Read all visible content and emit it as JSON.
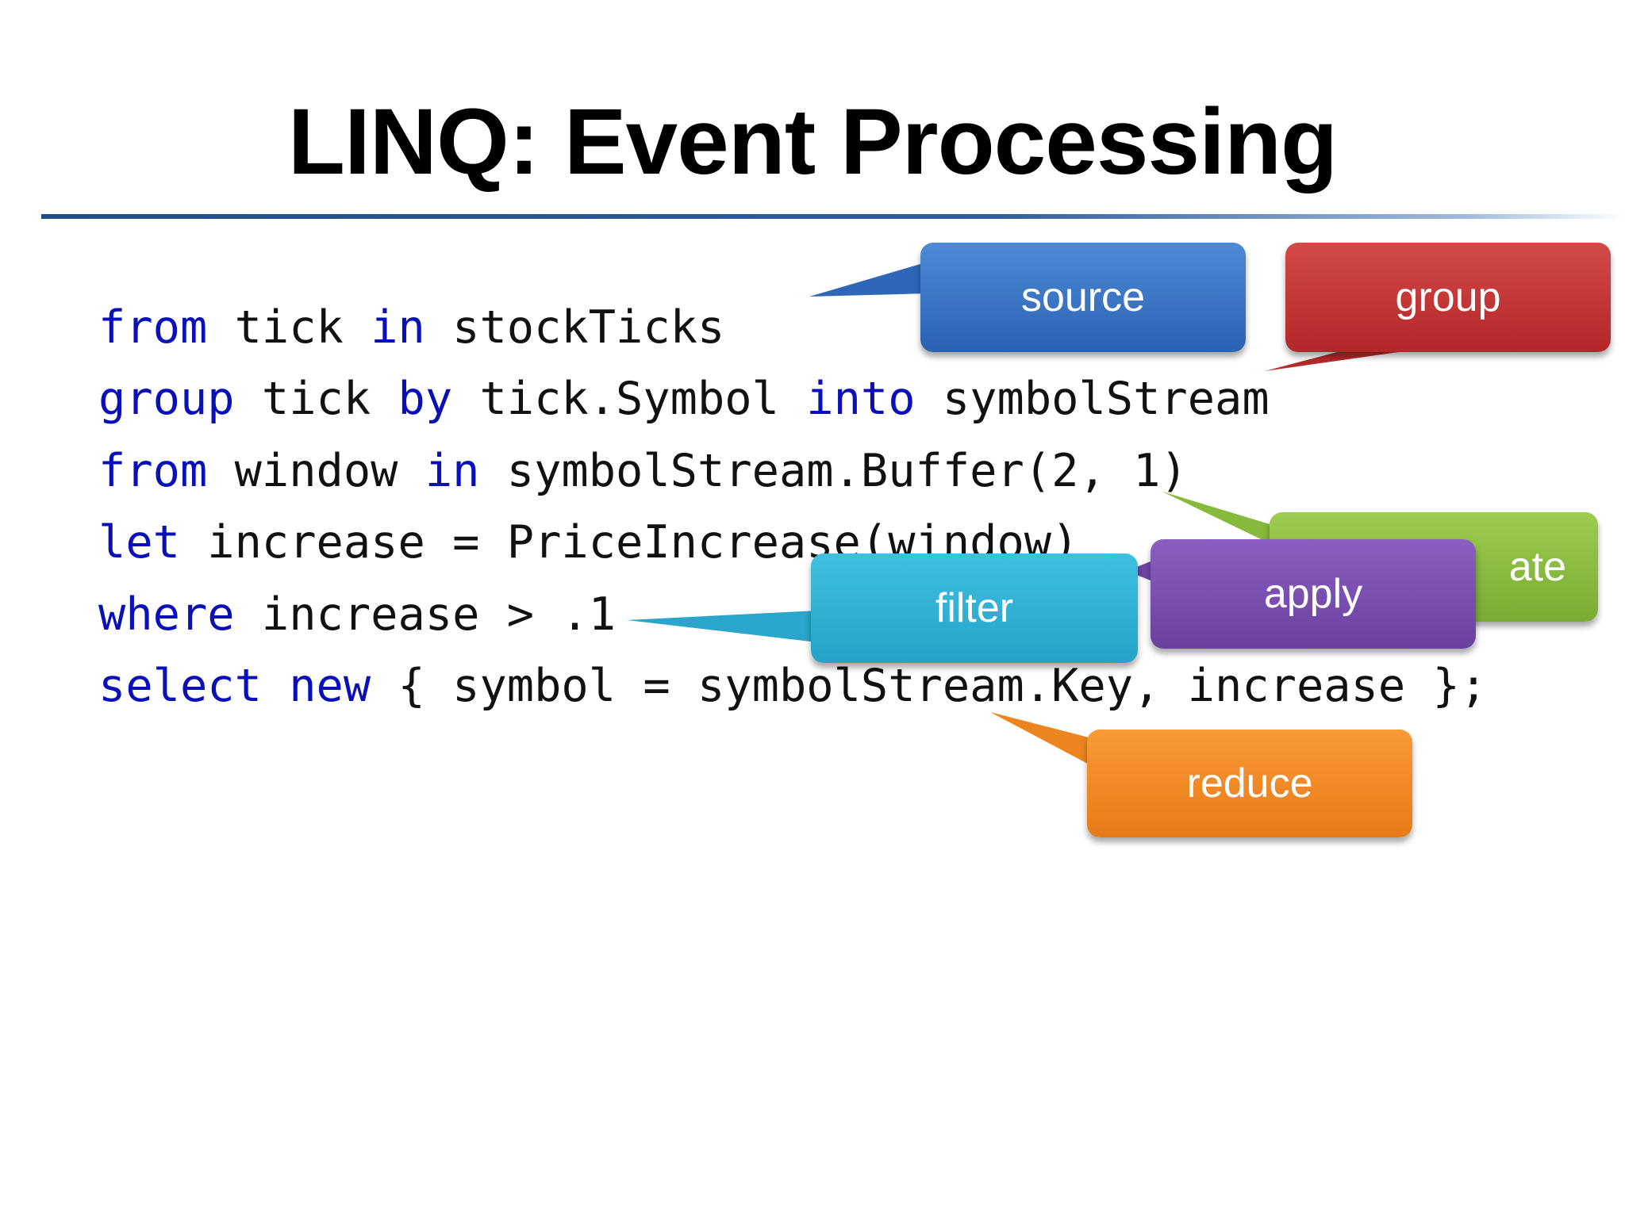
{
  "slide": {
    "title": "LINQ: Event Processing"
  },
  "code": {
    "lines": [
      [
        {
          "t": "from",
          "kw": true
        },
        {
          "t": " tick "
        },
        {
          "t": "in",
          "kw": true
        },
        {
          "t": " stockTicks"
        }
      ],
      [
        {
          "t": "group",
          "kw": true
        },
        {
          "t": " tick "
        },
        {
          "t": "by",
          "kw": true
        },
        {
          "t": " tick.Symbol "
        },
        {
          "t": "into",
          "kw": true
        },
        {
          "t": " symbolStream"
        }
      ],
      [
        {
          "t": "from",
          "kw": true
        },
        {
          "t": " window "
        },
        {
          "t": "in",
          "kw": true
        },
        {
          "t": " symbolStream.Buffer(2, 1)"
        }
      ],
      [
        {
          "t": "let",
          "kw": true
        },
        {
          "t": " increase = PriceIncrease(window)"
        }
      ],
      [
        {
          "t": "where",
          "kw": true
        },
        {
          "t": " increase > .1"
        }
      ],
      [
        {
          "t": "select",
          "kw": true
        },
        {
          "t": " "
        },
        {
          "t": "new",
          "kw": true
        },
        {
          "t": " { symbol = symbolStream.Key, increase };"
        }
      ]
    ]
  },
  "callouts": {
    "source": {
      "label": "source",
      "color": "#3a75c4"
    },
    "group": {
      "label": "group",
      "color": "#c73636"
    },
    "aggregate": {
      "label": "ate",
      "color": "#8bbd40"
    },
    "apply": {
      "label": "apply",
      "color": "#7a4fb0"
    },
    "filter": {
      "label": "filter",
      "color": "#31b2d6"
    },
    "reduce": {
      "label": "reduce",
      "color": "#f08a26"
    }
  },
  "colors": {
    "keyword": "#0a10b8",
    "rule": "#1f4e8c"
  }
}
